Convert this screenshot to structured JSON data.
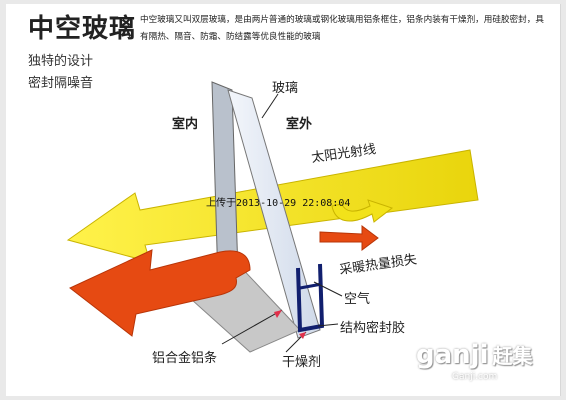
{
  "header": {
    "title": "中空玻璃",
    "description": "中空玻璃又叫双层玻璃，是由两片普通的玻璃或钢化玻璃用铝条框住，铝条内装有干燥剂，用硅胶密封，具有隔热、隔音、防霜、防结露等优良性能的玻璃",
    "subtitle_1": "独特的设计",
    "subtitle_2": "密封隔噪音"
  },
  "labels": {
    "indoor": "室内",
    "glass": "玻璃",
    "outdoor": "室外",
    "sunlight": "太阳光射线",
    "heat_loss": "采暖热量损失",
    "air": "空气",
    "sealant": "结构密封胶",
    "aluminum_strip": "铝合金铝条",
    "desiccant": "干燥剂"
  },
  "watermark": {
    "upload_stamp": "上传于2013-10-29 22:08:04",
    "logo": "ganji",
    "logo_cn": "赶集",
    "site": "Ganji.com"
  },
  "colors": {
    "sun_arrow": "#f2e21a",
    "heat_arrow": "#e64a12",
    "glass": "#dde6f2",
    "frame": "#111f6e"
  }
}
